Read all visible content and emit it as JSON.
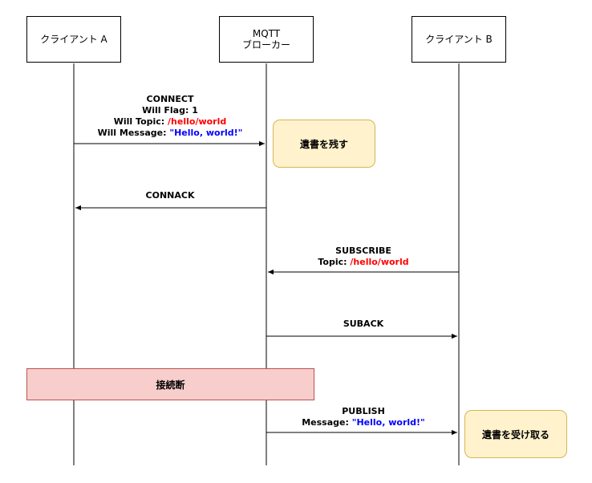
{
  "actors": {
    "client_a": "クライアント A",
    "broker_line1": "MQTT",
    "broker_line2": "ブローカー",
    "client_b": "クライアント B"
  },
  "messages": {
    "connect": {
      "title": "CONNECT",
      "flag_label": "Will Flag: ",
      "flag_value": "1",
      "topic_label": "Will Topic: ",
      "topic_value": "/hello/world",
      "message_label": "Will Message: ",
      "message_value": "\"Hello, world!\""
    },
    "connack": {
      "title": "CONNACK"
    },
    "subscribe": {
      "title": "SUBSCRIBE",
      "topic_label": "Topic: ",
      "topic_value": "/hello/world"
    },
    "suback": {
      "title": "SUBACK"
    },
    "publish": {
      "title": "PUBLISH",
      "message_label": "Message: ",
      "message_value": "\"Hello, world!\""
    }
  },
  "notes": {
    "leave_will": "遺書を残す",
    "disconnect": "接続断",
    "receive_will": "遺書を受け取る"
  },
  "colors": {
    "topic": "#ff0000",
    "message": "#0000ff",
    "note_fill": "#fff2cc",
    "note_border": "#d6b656",
    "disconnect_fill": "#f8cecc",
    "disconnect_border": "#b85450"
  }
}
